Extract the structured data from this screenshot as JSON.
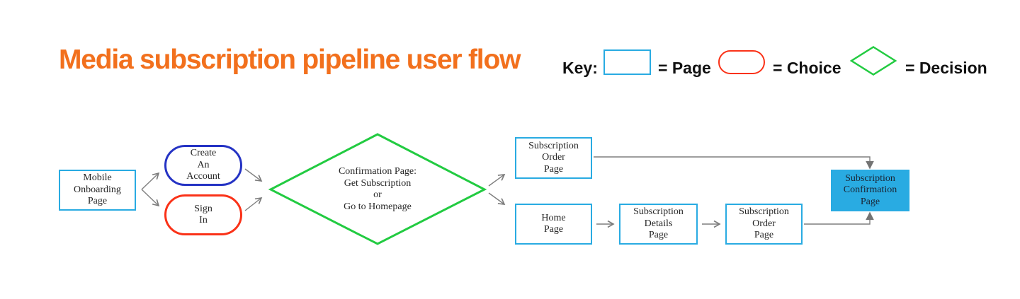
{
  "title": "Media subscription pipeline user flow",
  "key": {
    "label": "Key:",
    "items": [
      {
        "shape": "page-rectangle",
        "label": "= Page"
      },
      {
        "shape": "choice-pill",
        "label": "= Choice"
      },
      {
        "shape": "decision-diamond",
        "label": "= Decision"
      }
    ]
  },
  "colors": {
    "title_orange": "#F2701D",
    "page_blue": "#29ABE2",
    "choice_red": "#FA3218",
    "account_pill_blue": "#2533C4",
    "decision_green": "#22CB41",
    "arrow_gray": "#7f7f7f",
    "node_text": "#262626"
  },
  "nodes": [
    {
      "id": "mobile-onboarding-page",
      "type": "page",
      "label": "Mobile\nOnboarding\nPage"
    },
    {
      "id": "create-an-account",
      "type": "choice",
      "label": "Create\nAn\nAccount"
    },
    {
      "id": "sign-in",
      "type": "choice",
      "label": "Sign\nIn"
    },
    {
      "id": "confirmation-decision",
      "type": "decision",
      "label": "Confirmation Page:\nGet Subscription\nor\nGo to Homepage"
    },
    {
      "id": "subscription-order-page-top",
      "type": "page",
      "label": "Subscription\nOrder\nPage"
    },
    {
      "id": "home-page",
      "type": "page",
      "label": "Home\nPage"
    },
    {
      "id": "subscription-details-page",
      "type": "page",
      "label": "Subscription\nDetails\nPage"
    },
    {
      "id": "subscription-order-page-bottom",
      "type": "page",
      "label": "Subscription\nOrder\nPage"
    },
    {
      "id": "subscription-confirmation-page",
      "type": "page-filled",
      "label": "Subscription\nConfirmation\nPage"
    }
  ]
}
